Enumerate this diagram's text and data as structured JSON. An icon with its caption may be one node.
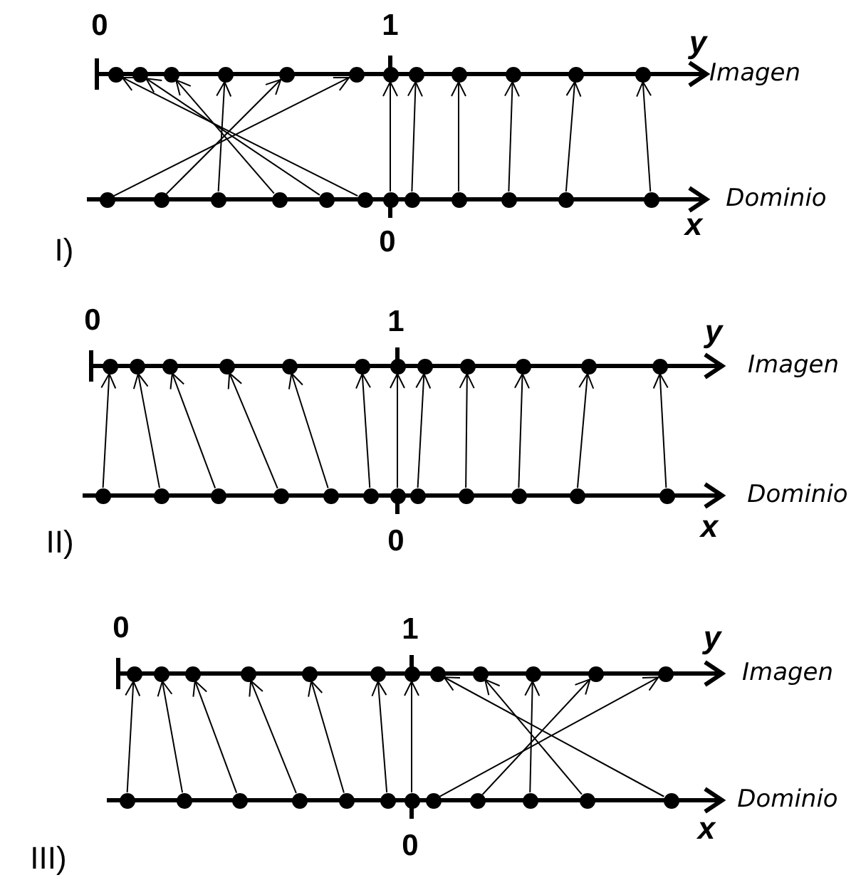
{
  "diagram": {
    "nodes": [
      {
        "text": [],
        "shape": "circle"
      },
      {
        "text": [],
        "shape": "circle"
      },
      {
        "text": [],
        "shape": "circle"
      },
      {
        "text": [],
        "shape": "circle"
      },
      {
        "text": [],
        "shape": "circle"
      },
      {
        "text": [],
        "shape": "circle"
      },
      {
        "text": [],
        "shape": "circle"
      },
      {
        "text": [],
        "shape": "circle"
      },
      {
        "text": [],
        "shape": "circle"
      },
      {
        "text": [],
        "shape": "circle"
      },
      {
        "text": [],
        "shape": "circle"
      },
      {
        "text": [],
        "shape": "circle"
      },
      {
        "text": [],
        "shape": "circle"
      },
      {
        "text": [],
        "shape": "circle"
      },
      {
        "text": [],
        "shape": "circle"
      },
      {
        "text": [],
        "shape": "circle"
      },
      {
        "text": [],
        "shape": "circle"
      },
      {
        "text": [],
        "shape": "circle"
      },
      {
        "text": [],
        "shape": "circle"
      },
      {
        "text": [],
        "shape": "circle"
      },
      {
        "text": [],
        "shape": "circle"
      },
      {
        "text": [],
        "shape": "circle"
      },
      {
        "text": [],
        "shape": "circle"
      },
      {
        "text": [],
        "shape": "circle"
      },
      {
        "text": [],
        "shape": "circle"
      },
      {
        "text": [],
        "shape": "circle"
      },
      {
        "text": [],
        "shape": "circle"
      },
      {
        "text": [],
        "shape": "circle"
      },
      {
        "text": [],
        "shape": "circle"
      },
      {
        "text": [],
        "shape": "circle"
      },
      {
        "text": [],
        "shape": "circle"
      },
      {
        "text": [],
        "shape": "circle"
      },
      {
        "text": [],
        "shape": "circle"
      },
      {
        "text": [],
        "shape": "circle"
      },
      {
        "text": [],
        "shape": "circle"
      },
      {
        "text": [],
        "shape": "circle"
      },
      {
        "text": [],
        "shape": "circle"
      },
      {
        "text": [],
        "shape": "circle"
      },
      {
        "text": [],
        "shape": "circle"
      },
      {
        "text": [],
        "shape": "circle"
      },
      {
        "text": [],
        "shape": "circle"
      },
      {
        "text": [],
        "shape": "circle"
      },
      {
        "text": [],
        "shape": "circle"
      },
      {
        "text": [],
        "shape": "circle"
      },
      {
        "text": [],
        "shape": "circle"
      },
      {
        "text": [],
        "shape": "circle"
      },
      {
        "text": [],
        "shape": "circle"
      },
      {
        "text": [],
        "shape": "circle"
      },
      {
        "text": [],
        "shape": "circle"
      },
      {
        "text": [],
        "shape": "circle"
      },
      {
        "text": [],
        "shape": "circle"
      },
      {
        "text": [],
        "shape": "circle"
      },
      {
        "text": [],
        "shape": "circle"
      },
      {
        "text": [],
        "shape": "circle"
      },
      {
        "text": [],
        "shape": "circle"
      },
      {
        "text": [],
        "shape": "circle"
      },
      {
        "text": [],
        "shape": "circle"
      },
      {
        "text": [],
        "shape": "circle"
      },
      {
        "text": [],
        "shape": "circle"
      },
      {
        "text": [],
        "shape": "circle"
      },
      {
        "text": [],
        "shape": "circle"
      },
      {
        "text": [],
        "shape": "circle"
      },
      {
        "text": [],
        "shape": "circle"
      },
      {
        "text": [],
        "shape": "circle"
      },
      {
        "text": [],
        "shape": "circle"
      },
      {
        "text": [],
        "shape": "circle"
      },
      {
        "text": [],
        "shape": "circle"
      },
      {
        "text": [],
        "shape": "circle"
      },
      {
        "text": [],
        "shape": "circle"
      },
      {
        "text": [],
        "shape": "circle"
      },
      {
        "text": [],
        "shape": "circle"
      },
      {
        "text": [],
        "shape": "circle"
      }
    ],
    "edges": [
      {
        "from": 12,
        "to": 5,
        "arrow": "to"
      },
      {
        "from": 13,
        "to": 4,
        "arrow": "to"
      },
      {
        "from": 14,
        "to": 3,
        "arrow": "to"
      },
      {
        "from": 15,
        "to": 2,
        "arrow": "to"
      },
      {
        "from": 16,
        "to": 1,
        "arrow": "to"
      },
      {
        "from": 17,
        "to": 0,
        "arrow": "to"
      },
      {
        "from": 18,
        "to": 6,
        "arrow": "to"
      },
      {
        "from": 19,
        "to": 7,
        "arrow": "to"
      },
      {
        "from": 20,
        "to": 8,
        "arrow": "to"
      },
      {
        "from": 21,
        "to": 9,
        "arrow": "to"
      },
      {
        "from": 22,
        "to": 10,
        "arrow": "to"
      },
      {
        "from": 23,
        "to": 11,
        "arrow": "to"
      },
      {
        "from": 36,
        "to": 24,
        "arrow": "to"
      },
      {
        "from": 37,
        "to": 25,
        "arrow": "to"
      },
      {
        "from": 38,
        "to": 26,
        "arrow": "to"
      },
      {
        "from": 39,
        "to": 27,
        "arrow": "to"
      },
      {
        "from": 40,
        "to": 28,
        "arrow": "to"
      },
      {
        "from": 41,
        "to": 29,
        "arrow": "to"
      },
      {
        "from": 42,
        "to": 30,
        "arrow": "to"
      },
      {
        "from": 43,
        "to": 31,
        "arrow": "to"
      },
      {
        "from": 44,
        "to": 32,
        "arrow": "to"
      },
      {
        "from": 45,
        "to": 33,
        "arrow": "to"
      },
      {
        "from": 46,
        "to": 34,
        "arrow": "to"
      },
      {
        "from": 47,
        "to": 35,
        "arrow": "to"
      },
      {
        "from": 60,
        "to": 48,
        "arrow": "to"
      },
      {
        "from": 61,
        "to": 49,
        "arrow": "to"
      },
      {
        "from": 62,
        "to": 50,
        "arrow": "to"
      },
      {
        "from": 63,
        "to": 51,
        "arrow": "to"
      },
      {
        "from": 64,
        "to": 52,
        "arrow": "to"
      },
      {
        "from": 65,
        "to": 53,
        "arrow": "to"
      },
      {
        "from": 66,
        "to": 54,
        "arrow": "to"
      },
      {
        "from": 67,
        "to": 59,
        "arrow": "to"
      },
      {
        "from": 68,
        "to": 58,
        "arrow": "to"
      },
      {
        "from": 69,
        "to": 57,
        "arrow": "to"
      },
      {
        "from": 70,
        "to": 56,
        "arrow": "to"
      },
      {
        "from": 71,
        "to": 55,
        "arrow": "to"
      }
    ],
    "labels": [
      "0",
      "1",
      "y",
      "Imagen",
      "Dominio",
      "0",
      "x",
      "I)",
      "0",
      "1",
      "y",
      "Imagen",
      "Dominio",
      "0",
      "x",
      "II)",
      "0",
      "1",
      "y",
      "Imagen",
      "Dominio",
      "0",
      "x",
      "III)"
    ]
  }
}
